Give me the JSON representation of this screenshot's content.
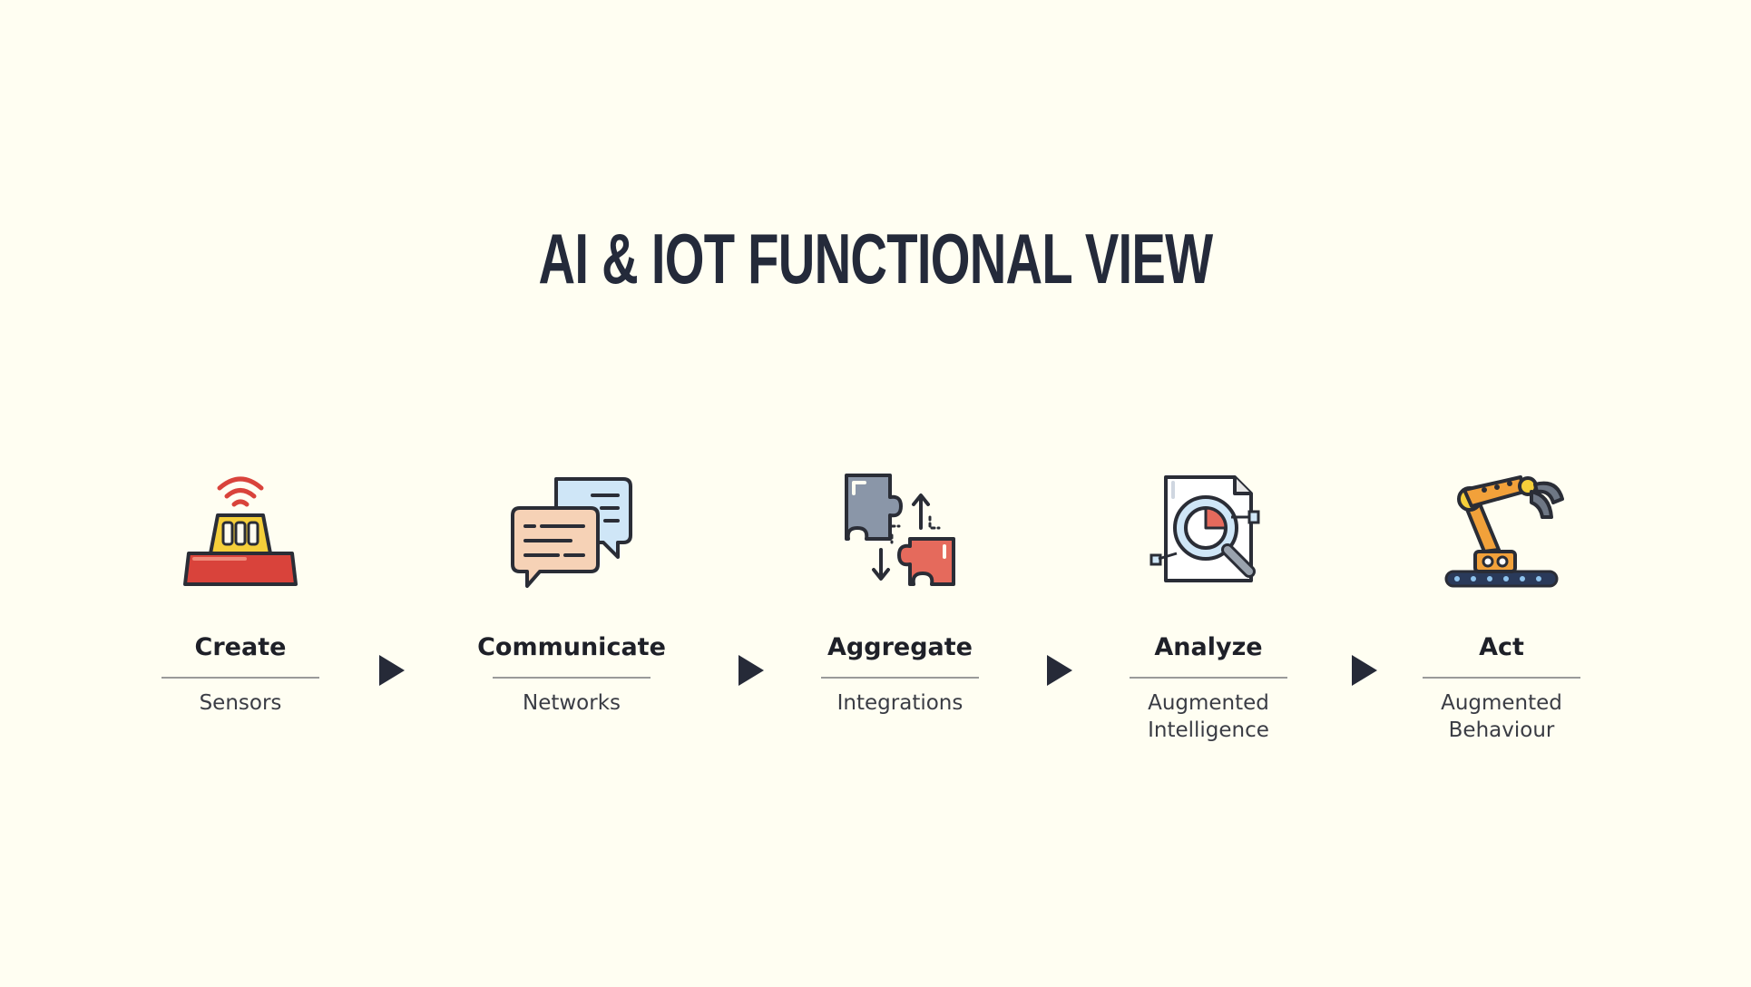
{
  "title": "AI & IOT FUNCTIONAL VIEW",
  "steps": [
    {
      "icon": "sensor-beacon-icon",
      "label": "Create",
      "sub": [
        "Sensors"
      ]
    },
    {
      "icon": "chat-bubbles-icon",
      "label": "Communicate",
      "sub": [
        "Networks"
      ]
    },
    {
      "icon": "puzzle-pieces-icon",
      "label": "Aggregate",
      "sub": [
        "Integrations"
      ]
    },
    {
      "icon": "magnifier-chart-icon",
      "label": "Analyze",
      "sub": [
        "Augmented",
        "Intelligence"
      ]
    },
    {
      "icon": "robot-arm-icon",
      "label": "Act",
      "sub": [
        "Augmented",
        "Behaviour"
      ]
    }
  ],
  "arrow_icon": "play-arrow-icon",
  "colors": {
    "background": "#fffef2",
    "title": "#242a3a",
    "arrow": "#262a38",
    "red": "#d9433b",
    "yellow": "#f5cf3a",
    "orange": "#f2a13a",
    "blue": "#cfe6f7",
    "peach": "#f6d2b6",
    "gray": "#8a96a8"
  }
}
